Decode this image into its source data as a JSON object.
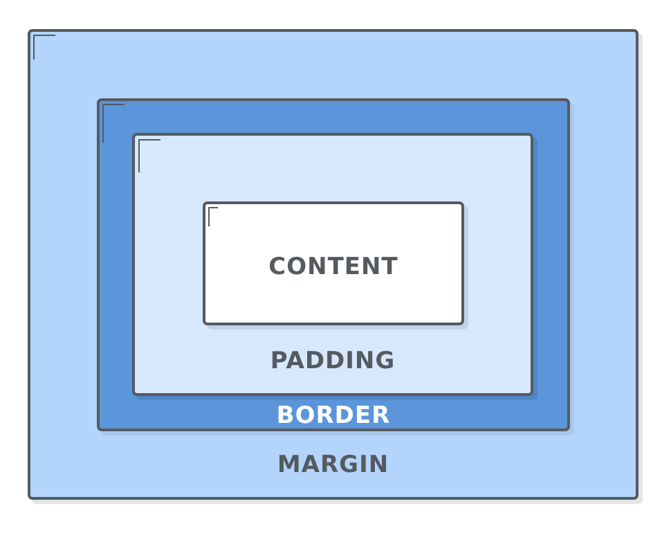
{
  "diagram": {
    "layers": {
      "margin": {
        "label": "MARGIN",
        "fill": "#b3d5fc",
        "text_color": "#555a60"
      },
      "border": {
        "label": "BORDER",
        "fill": "#5b95da",
        "text_color": "#ffffff"
      },
      "padding": {
        "label": "PADDING",
        "fill": "#d7e8fd",
        "text_color": "#555a60"
      },
      "content": {
        "label": "CONTENT",
        "fill": "#ffffff",
        "text_color": "#555a60"
      }
    },
    "outline_color": "#555a60"
  }
}
